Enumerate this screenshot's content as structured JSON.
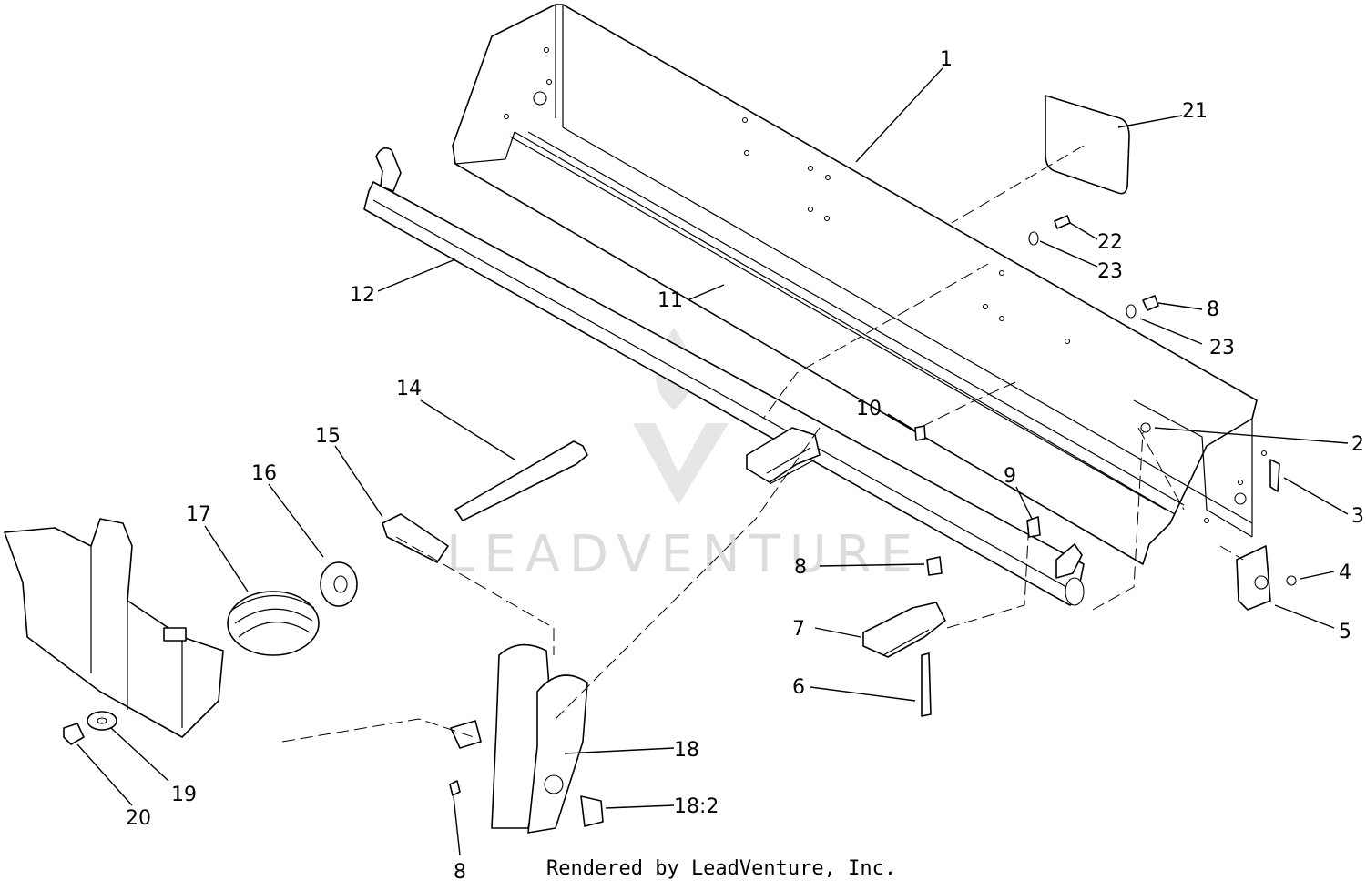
{
  "watermark": "LEADVENTURE",
  "credit": "Rendered by LeadVenture, Inc.",
  "callouts": [
    {
      "id": "1",
      "label": "1"
    },
    {
      "id": "2",
      "label": "2"
    },
    {
      "id": "3",
      "label": "3"
    },
    {
      "id": "4",
      "label": "4"
    },
    {
      "id": "5",
      "label": "5"
    },
    {
      "id": "6",
      "label": "6"
    },
    {
      "id": "7",
      "label": "7"
    },
    {
      "id": "8a",
      "label": "8"
    },
    {
      "id": "8b",
      "label": "8"
    },
    {
      "id": "8c",
      "label": "8"
    },
    {
      "id": "9",
      "label": "9"
    },
    {
      "id": "10",
      "label": "10"
    },
    {
      "id": "11",
      "label": "11"
    },
    {
      "id": "12",
      "label": "12"
    },
    {
      "id": "14",
      "label": "14"
    },
    {
      "id": "15",
      "label": "15"
    },
    {
      "id": "16",
      "label": "16"
    },
    {
      "id": "17",
      "label": "17"
    },
    {
      "id": "18",
      "label": "18"
    },
    {
      "id": "18-2",
      "label": "18:2"
    },
    {
      "id": "19",
      "label": "19"
    },
    {
      "id": "20",
      "label": "20"
    },
    {
      "id": "21",
      "label": "21"
    },
    {
      "id": "22",
      "label": "22"
    },
    {
      "id": "23a",
      "label": "23"
    },
    {
      "id": "23b",
      "label": "23"
    }
  ]
}
